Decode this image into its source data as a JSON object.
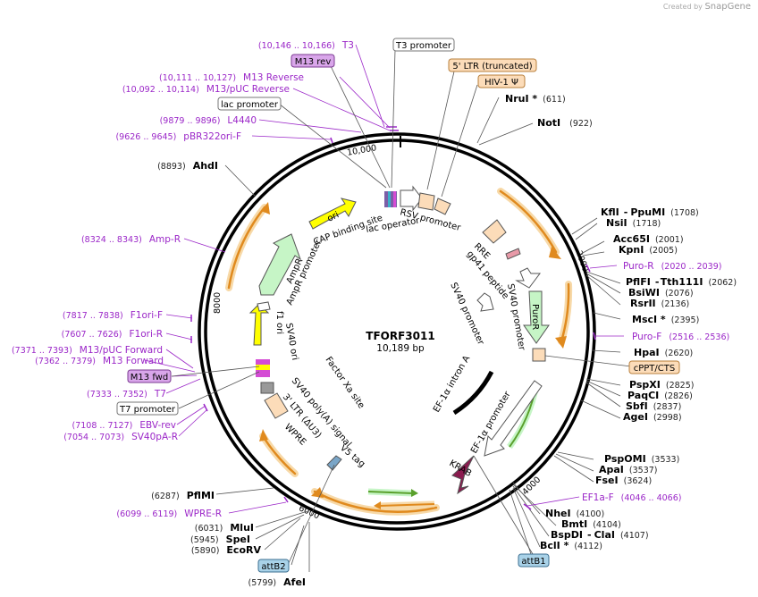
{
  "credit": {
    "prefix": "Created by",
    "brand": "SnapGene"
  },
  "plasmid": {
    "name": "TFORF3011",
    "size": "10,189 bp"
  },
  "colors": {
    "primer": "#9b27c8",
    "ori": "#ffff00",
    "promoter": "#ffffff",
    "ltr": "#fcdcb9",
    "cds_green": "#c6f5c6",
    "krab": "#8a1b4f",
    "axis": "#000000",
    "orange_arrow": "#e08a1e"
  },
  "ticks": {
    "t2000": "2000",
    "t4000": "4000",
    "t6000": "6000",
    "t8000": "8000",
    "t10000": "10,000"
  },
  "sites_right": [
    {
      "name": "NruI *",
      "pos": "(611)"
    },
    {
      "name": "NotI",
      "pos": "(922)"
    },
    {
      "name": "KflI",
      "sep": "-",
      "name2": "PpuMI",
      "pos": "(1708)"
    },
    {
      "name": "NsiI",
      "pos": "(1718)"
    },
    {
      "name": "Acc65I",
      "pos": "(2001)"
    },
    {
      "name": "KpnI",
      "pos": "(2005)"
    },
    {
      "name": "PflFI",
      "sep": "-",
      "name2": "Tth111I",
      "pos": "(2062)"
    },
    {
      "name": "BsiWI",
      "pos": "(2076)"
    },
    {
      "name": "RsrII",
      "pos": "(2136)"
    },
    {
      "name": "MscI *",
      "pos": "(2395)"
    },
    {
      "name": "HpaI",
      "pos": "(2620)"
    },
    {
      "name": "PspXI",
      "pos": "(2825)"
    },
    {
      "name": "PaqCI",
      "pos": "(2826)"
    },
    {
      "name": "SbfI",
      "pos": "(2837)"
    },
    {
      "name": "AgeI",
      "pos": "(2998)"
    },
    {
      "name": "PspOMI",
      "pos": "(3533)"
    },
    {
      "name": "ApaI",
      "pos": "(3537)"
    },
    {
      "name": "FseI",
      "pos": "(3624)"
    },
    {
      "name": "NheI",
      "pos": "(4100)"
    },
    {
      "name": "BmtI",
      "pos": "(4104)"
    },
    {
      "name": "BspDI",
      "sep": "-",
      "name2": "ClaI",
      "pos": "(4107)"
    },
    {
      "name": "BclI *",
      "pos": "(4112)"
    }
  ],
  "sites_left": [
    {
      "name": "AhdI",
      "pos": "(8893)"
    },
    {
      "name": "PflMI",
      "pos": "(6287)"
    },
    {
      "name": "MluI",
      "pos": "(6031)"
    },
    {
      "name": "SpeI",
      "pos": "(5945)"
    },
    {
      "name": "EcoRV",
      "pos": "(5890)"
    },
    {
      "name": "AfeI",
      "pos": "(5799)"
    }
  ],
  "primers": [
    {
      "name": "T3",
      "pos": "(10,146 .. 10,166)"
    },
    {
      "name": "M13 Reverse",
      "pos": "(10,111 .. 10,127)"
    },
    {
      "name": "M13/pUC Reverse",
      "pos": "(10,092 .. 10,114)"
    },
    {
      "name": "L4440",
      "pos": "(9879 .. 9896)"
    },
    {
      "name": "pBR322ori-F",
      "pos": "(9626 .. 9645)"
    },
    {
      "name": "Amp-R",
      "pos": "(8324 .. 8343)"
    },
    {
      "name": "F1ori-F",
      "pos": "(7817 .. 7838)"
    },
    {
      "name": "F1ori-R",
      "pos": "(7607 .. 7626)"
    },
    {
      "name": "M13/pUC Forward",
      "pos": "(7371 .. 7393)"
    },
    {
      "name": "M13 Forward",
      "pos": "(7362 .. 7379)"
    },
    {
      "name": "T7",
      "pos": "(7333 .. 7352)"
    },
    {
      "name": "EBV-rev",
      "pos": "(7108 .. 7127)"
    },
    {
      "name": "SV40pA-R",
      "pos": "(7054 .. 7073)"
    },
    {
      "name": "WPRE-R",
      "pos": "(6099 .. 6119)"
    },
    {
      "name": "Puro-R",
      "pos": "(2020 .. 2039)"
    },
    {
      "name": "Puro-F",
      "pos": "(2516 .. 2536)"
    },
    {
      "name": "EF1a-F",
      "pos": "(4046 .. 4066)"
    }
  ],
  "boxes": {
    "t3_promoter": "T3 promoter",
    "m13_rev": "M13 rev",
    "ltr5": "5' LTR (truncated)",
    "hiv": "HIV-1 Ψ",
    "lac_promoter": "lac promoter",
    "cppt": "cPPT/CTS",
    "m13_fwd": "M13 fwd",
    "t7_promoter": "T7 promoter",
    "attb2": "attB2",
    "attb1": "attB1"
  },
  "features": {
    "rsv": "RSV promoter",
    "rre": "RRE",
    "gp41": "gp41 peptide",
    "sv40p1": "SV40 promoter",
    "sv40p2": "SV40 promoter",
    "puror": "PuroR",
    "ef1a_intron": "EF-1α intron A",
    "ef1a_promoter": "EF-1α promoter",
    "krab": "KRAB",
    "v5": "V5 tag",
    "wpre": "WPRE",
    "ltr3": "3' LTR (ΔU3)",
    "sv40pa": "SV40 poly(A) signal",
    "factorxa": "Factor Xa site",
    "sv40ori": "SV40 ori",
    "f1ori": "f1 ori",
    "ampr_promoter": "AmpR promoter",
    "ampr": "AmpR",
    "ori": "ori",
    "cap": "CAP binding site",
    "lac_op": "lac operator"
  }
}
